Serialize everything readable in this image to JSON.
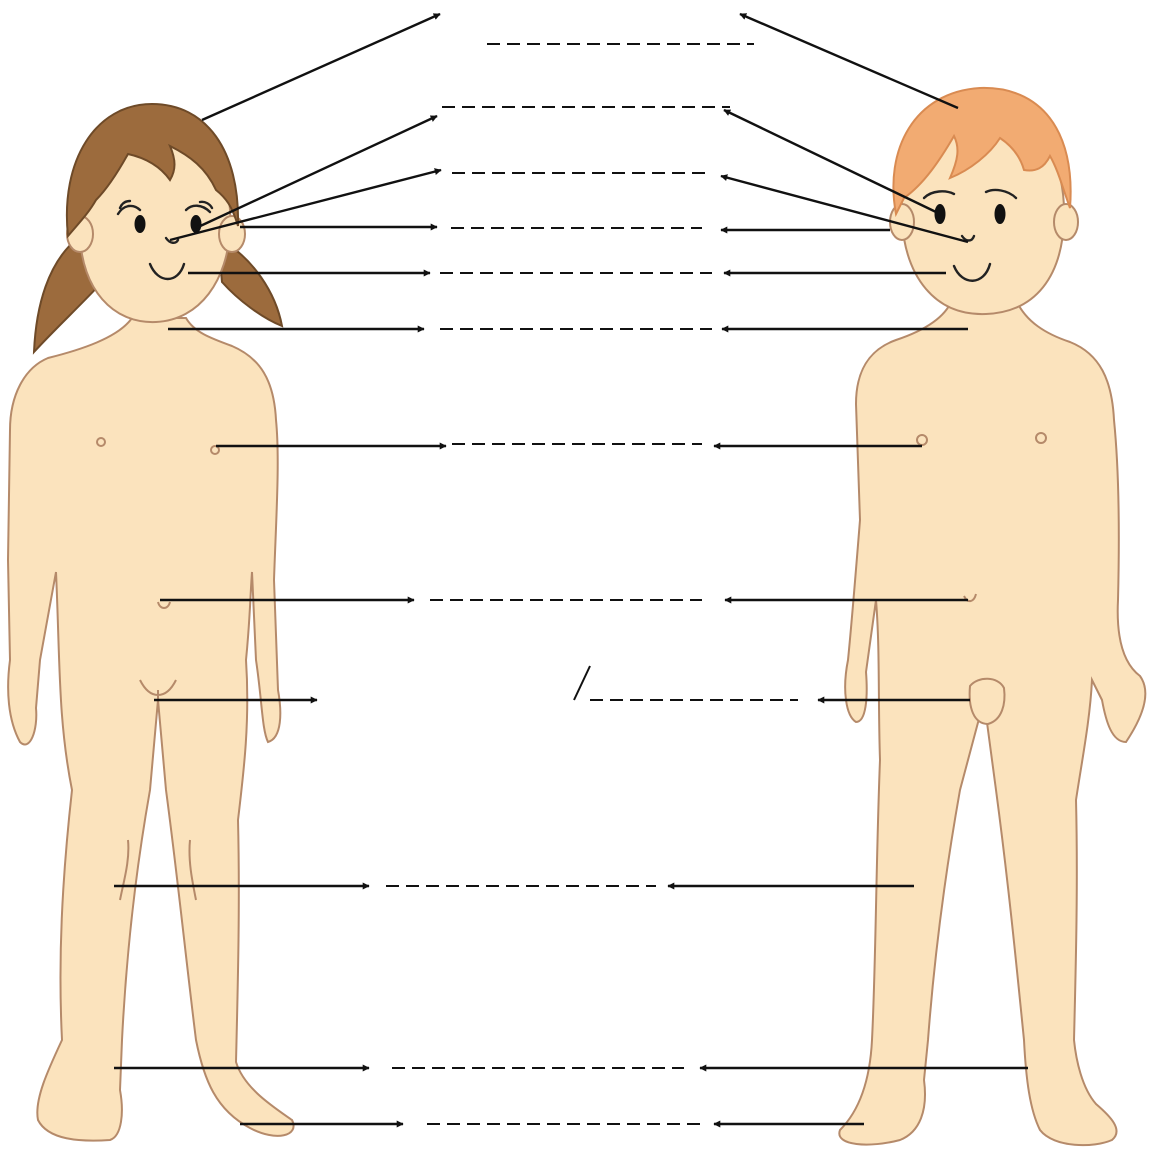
{
  "figures": {
    "left": "girl",
    "right": "boy"
  },
  "colors": {
    "skin": "#fbe3bd",
    "skin_outline": "#b58a6a",
    "girl_hair": "#9c6b3d",
    "boy_hair": "#f2ab72",
    "nipple": "#e3a09a",
    "arrow": "#111111"
  },
  "label_blanks": {
    "count": 12,
    "separator": "/"
  }
}
